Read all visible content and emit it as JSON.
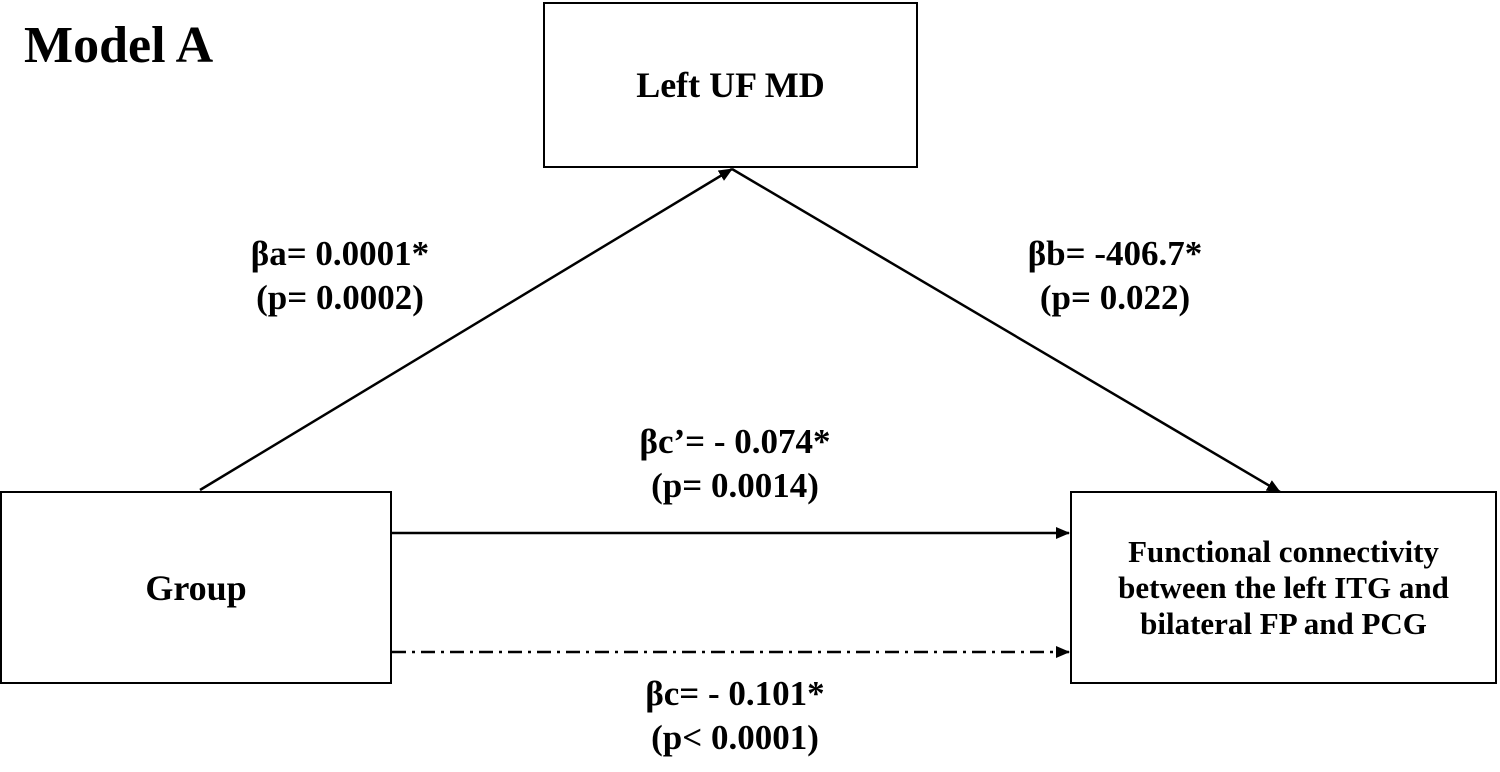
{
  "title": "Model A",
  "nodes": {
    "mediator": "Left UF MD",
    "independent": "Group",
    "dependent": "Functional connectivity between the left ITG and bilateral FP and PCG"
  },
  "paths": {
    "a": {
      "coef": "βa=  0.0001*",
      "p": "(p= 0.0002)"
    },
    "b": {
      "coef": "βb= -406.7*",
      "p": "(p= 0.022)"
    },
    "c_prime": {
      "coef": "βc’= - 0.074*",
      "p": "(p= 0.0014)"
    },
    "c": {
      "coef": "βc= - 0.101*",
      "p": "(p< 0.0001)"
    }
  },
  "colors": {
    "line": "#000000",
    "background": "#ffffff"
  }
}
